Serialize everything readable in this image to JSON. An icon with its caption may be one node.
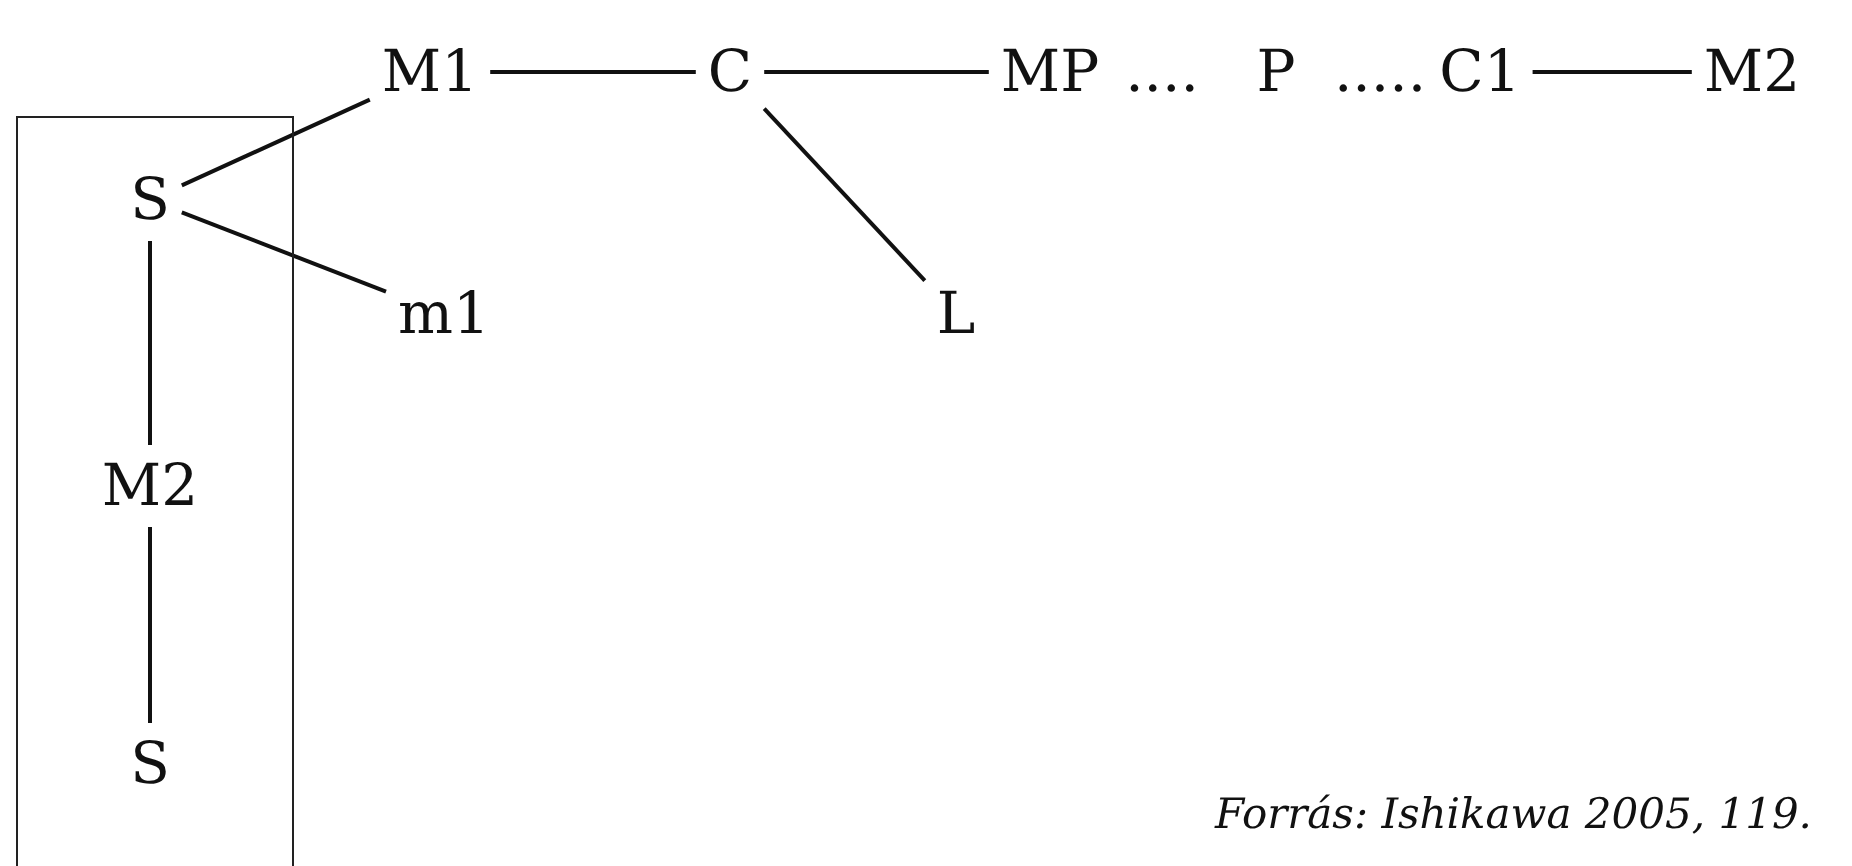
{
  "diagram": {
    "caption": "Forrás: Ishikawa 2005, 119.",
    "nodes": [
      {
        "text": [
          "M1"
        ]
      },
      {
        "text": [
          "C"
        ]
      },
      {
        "text": [
          "MP"
        ]
      },
      {
        "text": [
          "P"
        ]
      },
      {
        "text": [
          "C1"
        ]
      },
      {
        "text": [
          "M2"
        ]
      },
      {
        "text": [],
        "shape": "box"
      },
      {
        "text": [
          "S"
        ],
        "in": 6
      },
      {
        "text": [
          "m1"
        ]
      },
      {
        "text": [
          "L"
        ]
      },
      {
        "text": [
          "M2"
        ],
        "in": 6
      },
      {
        "text": [
          "S"
        ],
        "in": 6
      }
    ],
    "edges": [
      {
        "from": 0,
        "to": 1,
        "arrow": "none"
      },
      {
        "from": 1,
        "to": 2,
        "arrow": "none"
      },
      {
        "from": 4,
        "to": 5,
        "arrow": "none"
      },
      {
        "from": 1,
        "to": 9,
        "arrow": "none"
      },
      {
        "from": 7,
        "to": 0,
        "arrow": "none"
      },
      {
        "from": 7,
        "to": 8,
        "arrow": "none"
      },
      {
        "from": 7,
        "to": 10,
        "arrow": "none"
      },
      {
        "from": 10,
        "to": 11,
        "arrow": "none"
      }
    ],
    "labels": [
      "....",
      "....."
    ]
  }
}
